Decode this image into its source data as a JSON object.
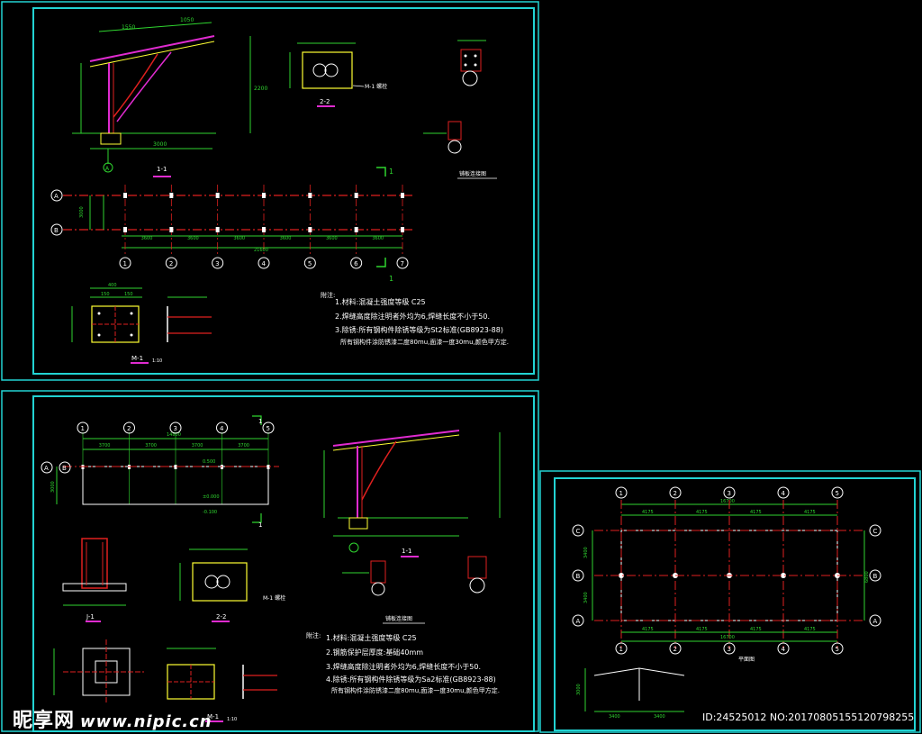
{
  "colors": {
    "frame": "#22d3d3",
    "dim": "#2fd52f",
    "axis": "#e0201f",
    "bubble": "#ffffff",
    "note": "#ffffff",
    "steel": "#e02bd0",
    "yellow": "#ffff33",
    "label": "#ffffff"
  },
  "panel1": {
    "section_label": "1-1",
    "section2_label": "2-2",
    "bolt_detail": "M-1 螺栓",
    "axis_A": "A",
    "axis_B": "B",
    "col_numbers": [
      "1",
      "2",
      "3",
      "4",
      "5",
      "6",
      "7"
    ],
    "span_dims": [
      "3600",
      "3600",
      "3600",
      "3600",
      "3600",
      "3600"
    ],
    "total_dim": "21600",
    "depth_dim": "3000",
    "height_dim": "2200",
    "eave_dim": "3000",
    "plate_dims": [
      "400",
      "150",
      "150"
    ],
    "plate_label": "M-1",
    "plate_scale": "1:10",
    "detail_title": "铺板连接图",
    "section_marks": [
      "1",
      "1"
    ],
    "notes_title": "附注:",
    "notes": [
      "1.材料:混凝土强度等级 C25",
      "2.焊缝高度除注明者外均为6,焊缝长度不小于50.",
      "3.除锈:所有钢构件除锈等级为St2标准(GB8923-88)",
      "所有钢构件涂防锈漆二度80mu,面漆一度30mu,颜色甲方定."
    ]
  },
  "panel2": {
    "col_numbers": [
      "1",
      "2",
      "3",
      "4",
      "5"
    ],
    "span_dims": [
      "3700",
      "3700",
      "3700",
      "3700"
    ],
    "total_dim": "14800",
    "axis_A": "A",
    "axis_B": "B",
    "depth_dim": "3000",
    "level_top": "0.500",
    "level_mid": "±0.000",
    "level_low": "-0.100",
    "section_label": "1-1",
    "section2_label": "2-2",
    "j_label": "J-1",
    "m_label": "M-1",
    "m_scale": "1:10",
    "bolt_detail": "M-1 螺栓",
    "detail_title": "铺板连接图",
    "section_marks": [
      "1",
      "1"
    ],
    "notes_title": "附注:",
    "notes": [
      "1.材料:混凝土强度等级 C25",
      "2.钢筋保护层厚度:基础40mm",
      "3.焊缝高度除注明者外均为6,焊缝长度不小于50.",
      "4.除锈:所有钢构件除锈等级为Sa2标准(GB8923-88)",
      "所有钢构件涂防锈漆二度80mu,面漆一度30mu,颜色甲方定."
    ]
  },
  "panel3": {
    "col_numbers": [
      "1",
      "2",
      "3",
      "4",
      "5"
    ],
    "row_letters": [
      "C",
      "B",
      "A"
    ],
    "span_dims": [
      "4175",
      "4175",
      "4175",
      "4175"
    ],
    "total_dim": "16700",
    "side_dims": [
      "3400",
      "3400"
    ],
    "side_total": "6800",
    "plan_title": "平面图",
    "profile_dims": [
      "3400",
      "3400"
    ],
    "profile_height": "3000"
  },
  "watermark": {
    "brand": "昵享网",
    "url": "www.nipic.cn",
    "id_text": "ID:24525012 NO:20170805155120798255"
  }
}
